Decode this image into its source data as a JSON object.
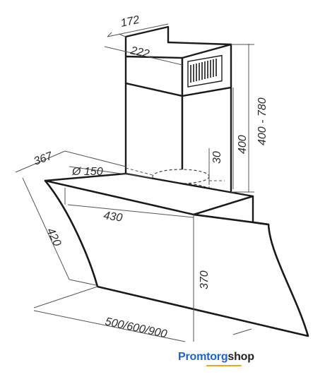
{
  "dimensions": {
    "chimney_width": "172",
    "chimney_depth": "222",
    "chimney_height": "400 - 780",
    "inner_height": "400",
    "collar_height": "30",
    "duct_diameter": "Ø 150",
    "canopy_depth": "367",
    "canopy_width": "430",
    "canopy_slope": "420",
    "glass_height": "370",
    "hood_width": "500/600/900"
  },
  "logo": {
    "brand": "Promtorg",
    "suffix": "shop"
  },
  "colors": {
    "outline": "#1a1a1a",
    "dimension": "#555555",
    "logo_blue": "#1d63c9",
    "logo_orange": "#f2a51a"
  }
}
